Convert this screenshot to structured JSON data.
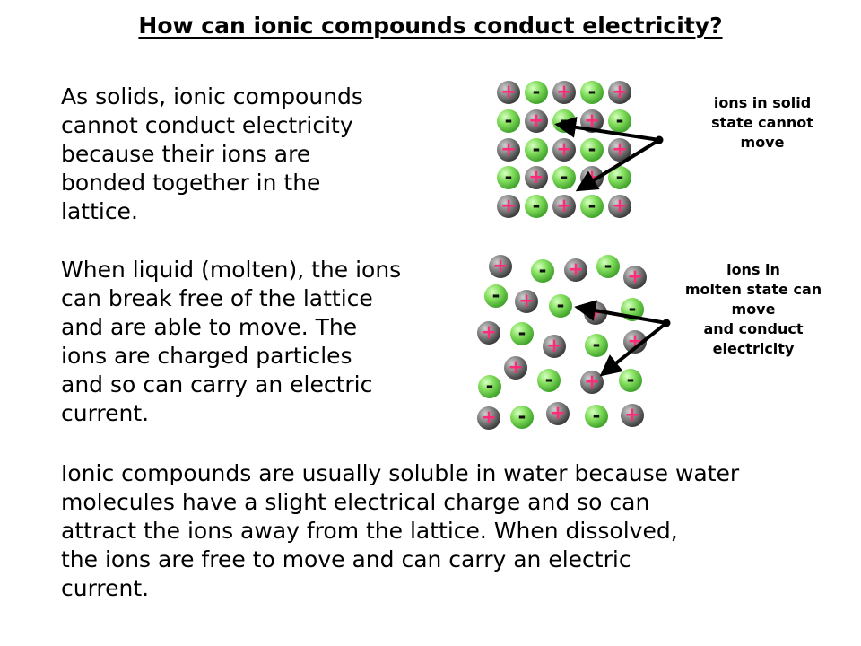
{
  "title": "How can ionic compounds conduct electricity?",
  "paragraph_solid": [
    "As solids, ionic compounds",
    "cannot conduct electricity",
    "because their ions are",
    "bonded together in the",
    "lattice."
  ],
  "paragraph_molten": [
    "When liquid (molten), the ions",
    "can break free of the lattice",
    "and are able to move. The",
    "ions are charged particles",
    "and so can carry an electric",
    "current."
  ],
  "paragraph_dissolved": [
    "Ionic compounds are usually soluble in water because water",
    "molecules have a slight electrical charge and so can",
    "attract the ions away from the lattice. When dissolved,",
    "the ions are free to move and can carry an electric",
    "current."
  ],
  "label_solid": [
    "ions in solid",
    "state cannot",
    "move"
  ],
  "label_molten": [
    "ions in",
    "molten state can",
    "move",
    "and conduct",
    "electricity"
  ],
  "ion_symbols": {
    "positive": "+",
    "negative": "-"
  },
  "colors": {
    "positive_ion": "#5f5f5f",
    "negative_ion": "#7fe05a",
    "positive_sign": "#ff2a7a",
    "negative_sign": "#111111",
    "arrow": "#000000"
  }
}
